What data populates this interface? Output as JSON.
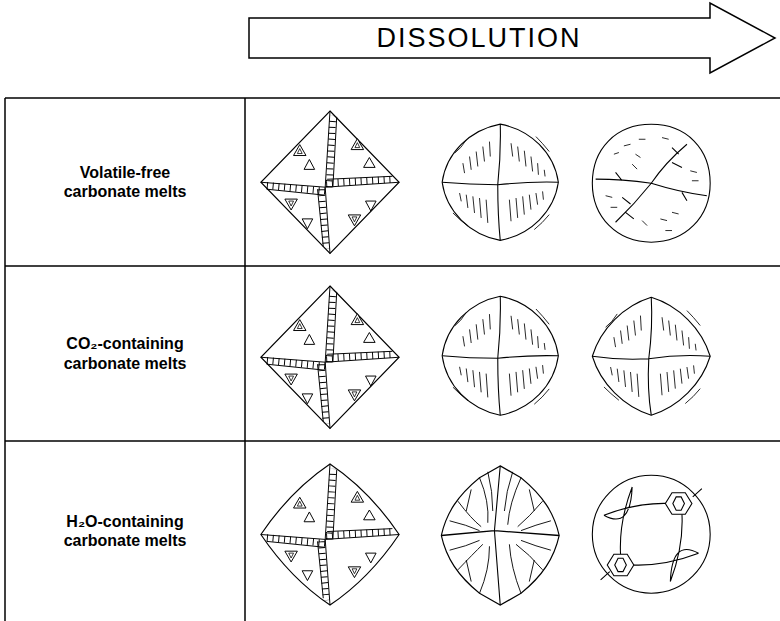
{
  "diagram": {
    "nodes": [
      {
        "text": [
          "DISSOLUTION"
        ]
      }
    ],
    "labels": [
      "Volatile-free carbonate melts",
      "CO₂-containing carbonate melts",
      "H₂O-containing carbonate melts"
    ]
  }
}
